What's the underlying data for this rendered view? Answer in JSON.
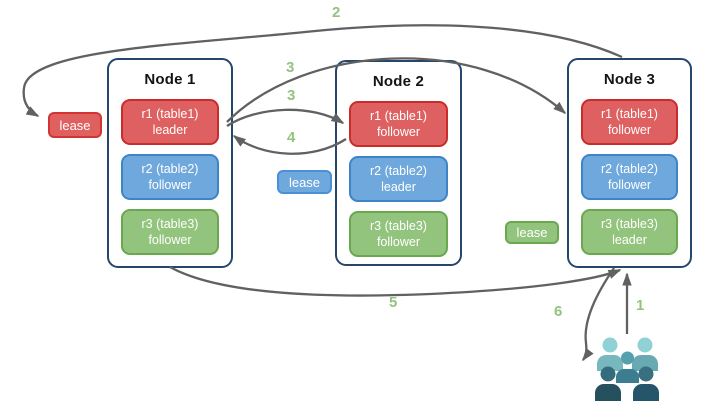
{
  "nodes": [
    {
      "title": "Node 1",
      "ranges": [
        {
          "label": "r1 (table1)",
          "role": "leader",
          "color": "red"
        },
        {
          "label": "r2 (table2)",
          "role": "follower",
          "color": "blue"
        },
        {
          "label": "r3 (table3)",
          "role": "follower",
          "color": "green"
        }
      ]
    },
    {
      "title": "Node 2",
      "ranges": [
        {
          "label": "r1 (table1)",
          "role": "follower",
          "color": "red"
        },
        {
          "label": "r2 (table2)",
          "role": "leader",
          "color": "blue"
        },
        {
          "label": "r3 (table3)",
          "role": "follower",
          "color": "green"
        }
      ]
    },
    {
      "title": "Node 3",
      "ranges": [
        {
          "label": "r1 (table1)",
          "role": "follower",
          "color": "red"
        },
        {
          "label": "r2 (table2)",
          "role": "follower",
          "color": "blue"
        },
        {
          "label": "r3 (table3)",
          "role": "leader",
          "color": "green"
        }
      ]
    }
  ],
  "leases": [
    {
      "label": "lease",
      "color": "red"
    },
    {
      "label": "lease",
      "color": "blue"
    },
    {
      "label": "lease",
      "color": "green"
    }
  ],
  "steps": {
    "s1": "1",
    "s2": "2",
    "s3a": "3",
    "s3b": "3",
    "s4": "4",
    "s5": "5",
    "s6": "6"
  },
  "icons": {
    "users": "users-group-icon"
  },
  "colors": {
    "range_red_fill": "#DF6060",
    "range_red_border": "#CA2C2C",
    "range_blue_fill": "#6FA8DC",
    "range_blue_border": "#3D85C6",
    "range_green_fill": "#93C47D",
    "range_green_border": "#6AA84F",
    "node_border": "#25476B",
    "arrow": "#616161",
    "step_label": "#93C47D",
    "users_light": "#8FD1D5",
    "users_mid": "#55A0AC",
    "users_dark": "#27505F"
  }
}
